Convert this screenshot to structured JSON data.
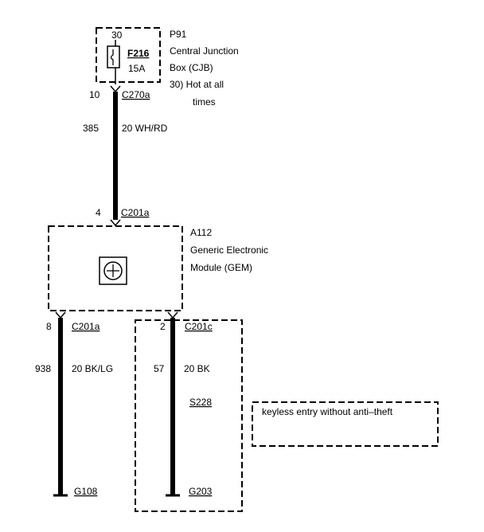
{
  "fuse_box": {
    "pin": "30",
    "fuse_id": "F216",
    "rating": "15A",
    "component_id": "P91",
    "name_line1": "Central Junction",
    "name_line2": "Box (CJB)",
    "power_line1": "30)  Hot at all",
    "power_line2": "times"
  },
  "wire_top": {
    "pin": "10",
    "connector": "C270a",
    "circuit": "385",
    "gauge_color": "20 WH/RD"
  },
  "gem_input": {
    "pin": "4",
    "connector": "C201a"
  },
  "module": {
    "component_id": "A112",
    "name_line1": "Generic Electronic",
    "name_line2": "Module (GEM)",
    "icon": "module-logic-icon"
  },
  "wire_left": {
    "pin": "8",
    "connector": "C201a",
    "circuit": "938",
    "gauge_color": "20 BK/LG",
    "ground": "G108"
  },
  "wire_right": {
    "pin": "2",
    "connector": "C201c",
    "circuit": "57",
    "gauge_color": "20 BK",
    "splice": "S228",
    "ground": "G203"
  },
  "note": {
    "text": "keyless entry without anti–theft"
  },
  "colors": {
    "ink": "#000000",
    "background": "#ffffff"
  }
}
